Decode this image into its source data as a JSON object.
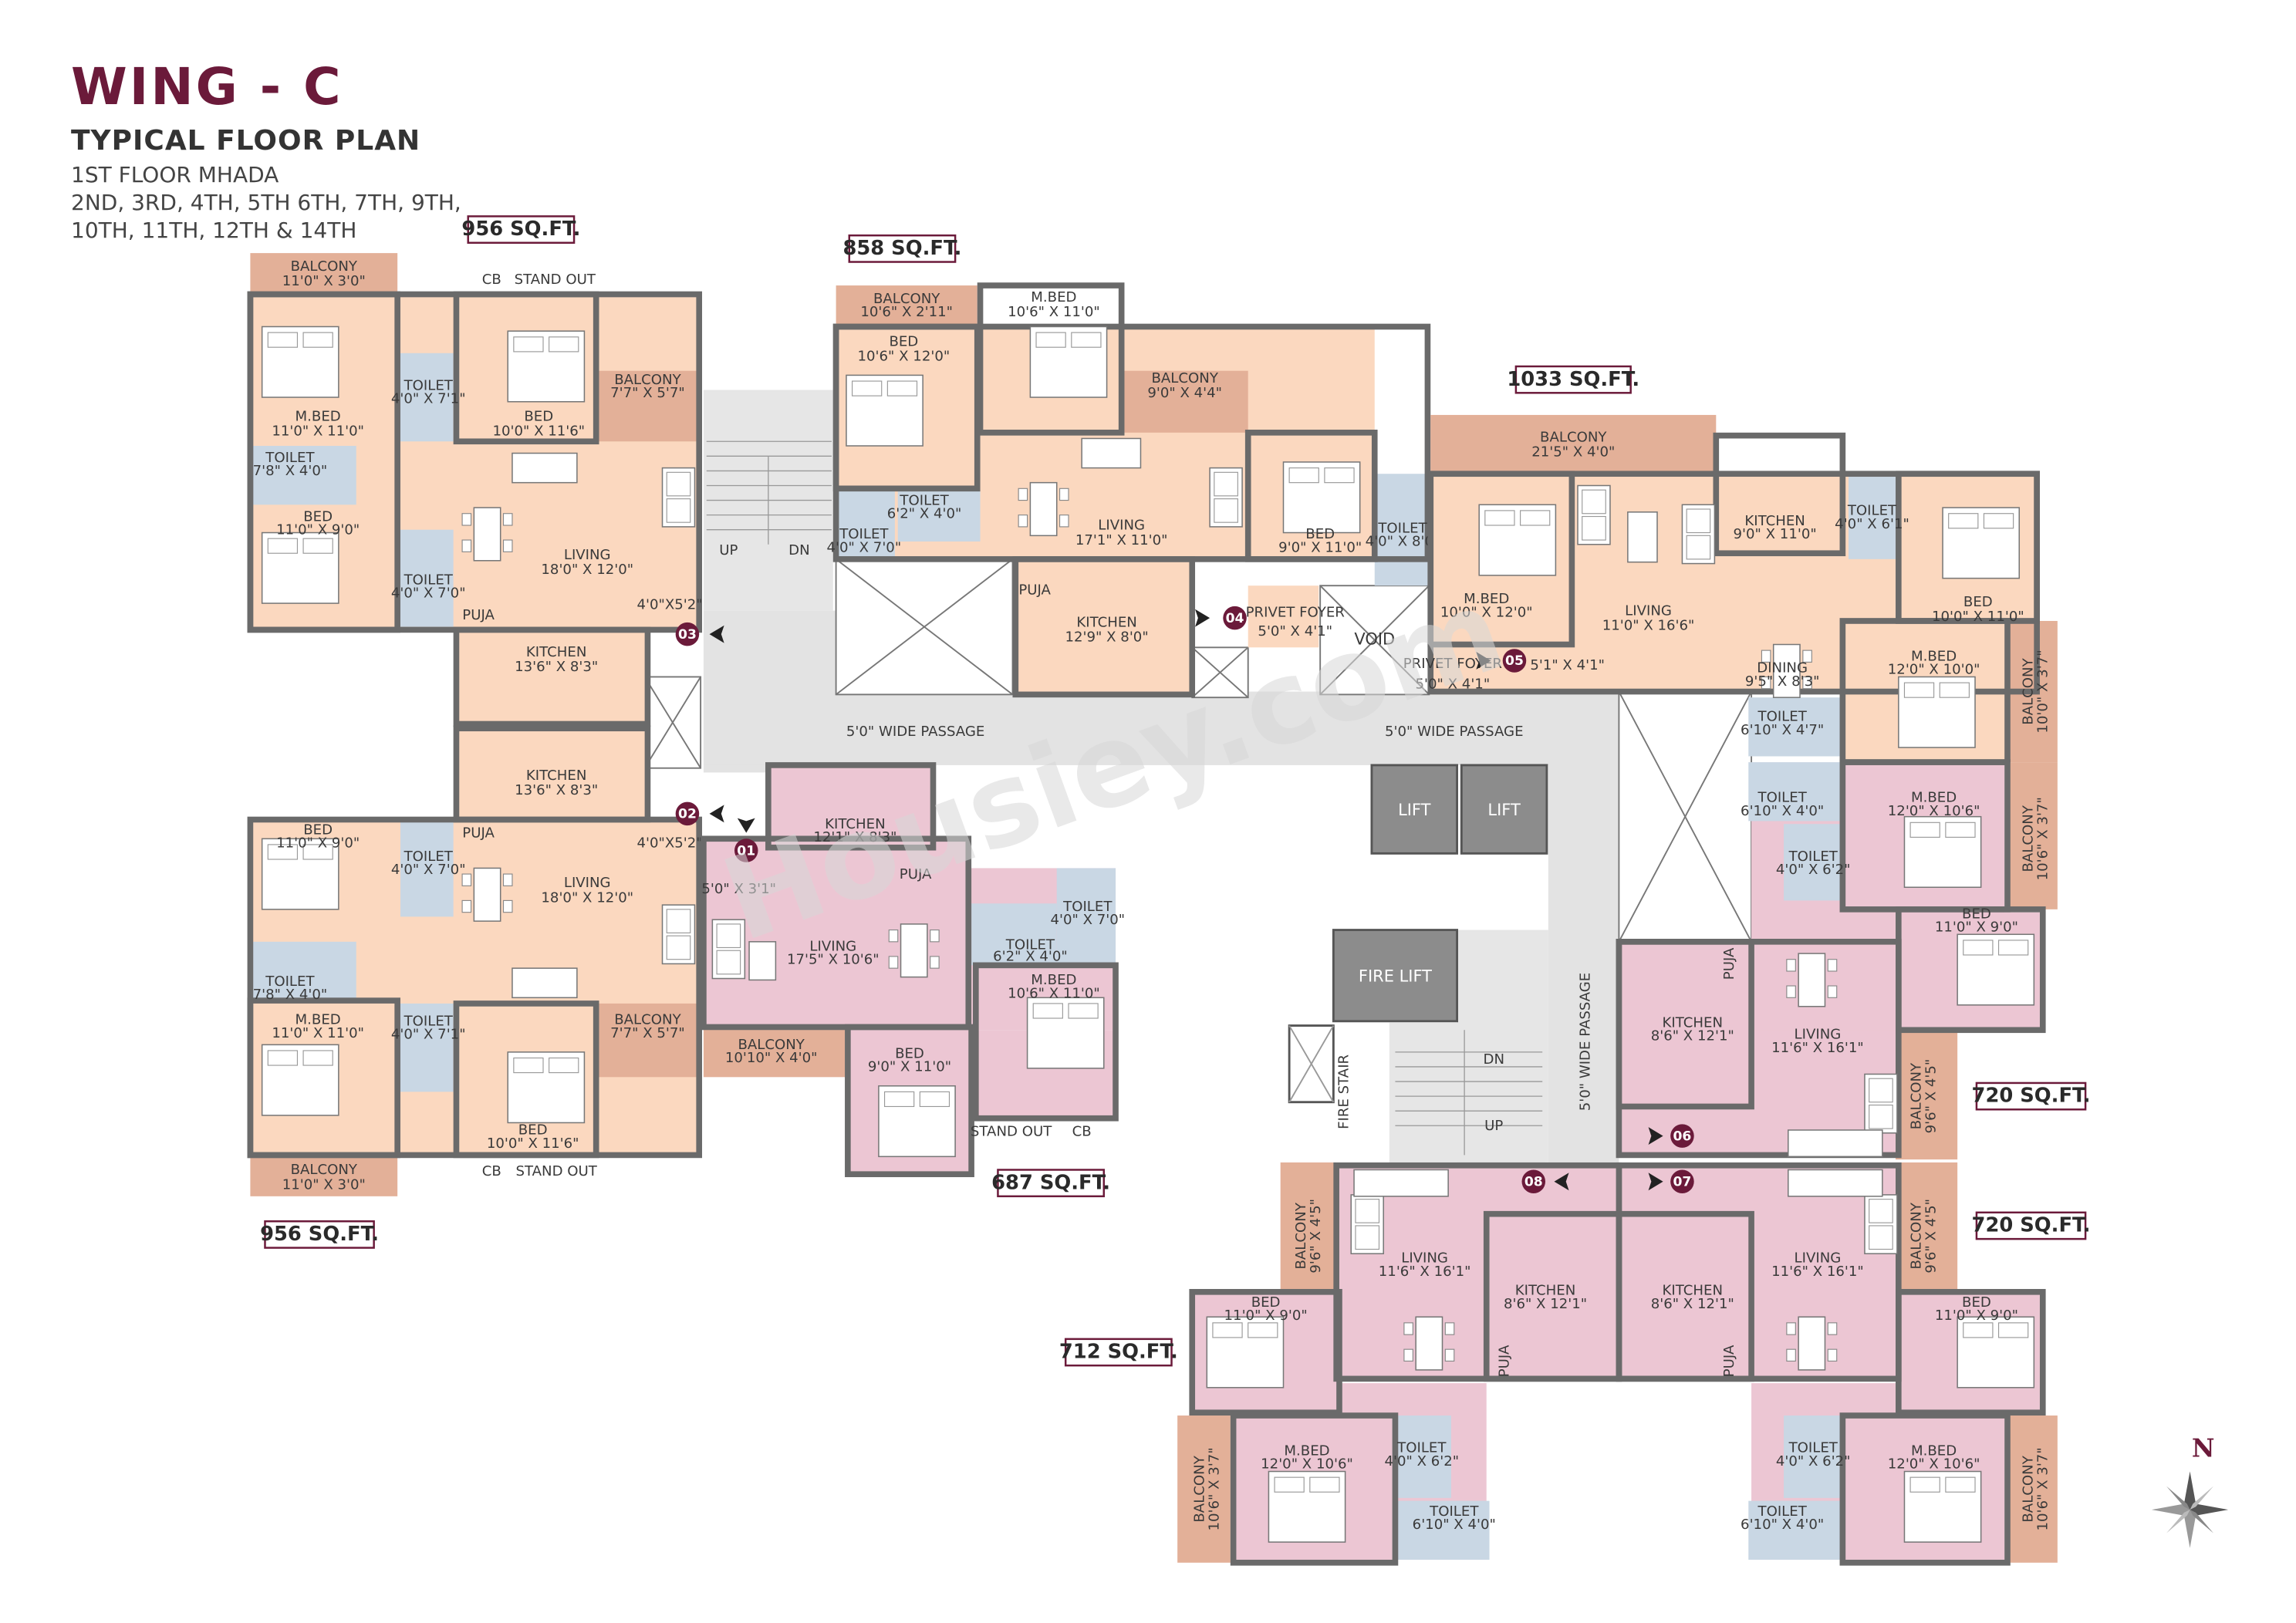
{
  "header": {
    "wing_title": "WING - C",
    "plan_title": "TYPICAL FLOOR PLAN",
    "floors_line1": "1ST FLOOR MHADA",
    "floors_line2": "2ND, 3RD, 4TH, 5TH 6TH, 7TH, 9TH,",
    "floors_line3": "10TH, 11TH, 12TH & 14TH"
  },
  "area_tags": {
    "flat03": "956 SQ.FT.",
    "flat02": "956 SQ.FT.",
    "flat04": "858 SQ.FT.",
    "flat05": "1033 SQ.FT.",
    "flat01": "687 SQ.FT.",
    "flat06": "720 SQ.FT.",
    "flat07": "720 SQ.FT.",
    "flat08": "712 SQ.FT."
  },
  "unit_numbers": [
    "01",
    "02",
    "03",
    "04",
    "05",
    "06",
    "07",
    "08"
  ],
  "common": {
    "passage_left": "5'0\" WIDE PASSAGE",
    "passage_right": "5'0\" WIDE PASSAGE",
    "passage_vertical": "5'0\" WIDE PASSAGE",
    "lift1": "LIFT",
    "lift2": "LIFT",
    "fire_lift": "FIRE LIFT",
    "fire_stair": "FIRE STAIR",
    "void": "VOID",
    "stair_up": "UP",
    "stair_dn": "DN"
  },
  "flat03": {
    "balcony_top": "BALCONY",
    "balcony_top_dim": "11'0\" X 3'0\"",
    "cb": "CB",
    "standout": "STAND OUT",
    "mbed": "M.BED",
    "mbed_dim": "11'0\" X 11'0\"",
    "bed1": "BED",
    "bed1_dim": "10'0\" X 11'6\"",
    "toilet1": "TOILET",
    "toilet1_dim": "4'0\" X 7'1\"",
    "balcony2": "BALCONY",
    "balcony2_dim": "7'7\" X 5'7\"",
    "toilet2": "TOILET",
    "toilet2_dim": "7'8\" X 4'0\"",
    "bed2": "BED",
    "bed2_dim": "11'0\" X 9'0\"",
    "toilet3": "TOILET",
    "toilet3_dim": "4'0\" X 7'0\"",
    "living": "LIVING",
    "living_dim": "18'0\" X 12'0\"",
    "puja": "PUJA",
    "kitchen": "KITCHEN",
    "kitchen_dim": "13'6\" X 8'3\"",
    "foyer_dim": "4'0\"X5'2\""
  },
  "flat02": {
    "kitchen": "KITCHEN",
    "kitchen_dim": "13'6\" X 8'3\"",
    "puja": "PUJA",
    "foyer_dim": "4'0\"X5'2\"",
    "bed2": "BED",
    "bed2_dim": "11'0\" X 9'0\"",
    "toilet3": "TOILET",
    "toilet3_dim": "4'0\" X 7'0\"",
    "living": "LIVING",
    "living_dim": "18'0\" X 12'0\"",
    "toilet2": "TOILET",
    "toilet2_dim": "7'8\" X 4'0\"",
    "mbed": "M.BED",
    "mbed_dim": "11'0\" X 11'0\"",
    "toilet1": "TOILET",
    "toilet1_dim": "4'0\" X 7'1\"",
    "bed1": "BED",
    "bed1_dim": "10'0\" X 11'6\"",
    "balcony2": "BALCONY",
    "balcony2_dim": "7'7\" X 5'7\"",
    "balcony_bottom": "BALCONY",
    "balcony_bottom_dim": "11'0\" X 3'0\"",
    "cb": "CB",
    "standout": "STAND OUT"
  },
  "flat04": {
    "balcony1": "BALCONY",
    "balcony1_dim": "10'6\" X 2'11\"",
    "mbed": "M.BED",
    "mbed_dim": "10'6\" X 11'0\"",
    "bed1": "BED",
    "bed1_dim": "10'6\" X 12'0\"",
    "balcony2": "BALCONY",
    "balcony2_dim": "9'0\" X 4'4\"",
    "toilet1": "TOILET",
    "toilet1_dim": "6'2\" X 4'0\"",
    "toilet2": "TOILET",
    "toilet2_dim": "4'0\" X 7'0\"",
    "living": "LIVING",
    "living_dim": "17'1\" X 11'0\"",
    "bed2": "BED",
    "bed2_dim": "9'0\" X 11'0\"",
    "toilet3": "TOILET",
    "toilet3_dim": "4'0\" X 8'0\"",
    "puja": "PUJA",
    "kitchen": "KITCHEN",
    "kitchen_dim": "12'9\" X 8'0\"",
    "foyer": "PRIVET FOYER",
    "foyer_dim": "5'0\" X 4'1\""
  },
  "flat05": {
    "balcony": "BALCONY",
    "balcony_dim": "21'5\" X 4'0\"",
    "kitchen": "KITCHEN",
    "kitchen_dim": "9'0\" X 11'0\"",
    "toilet1": "TOILET",
    "toilet1_dim": "4'0\" X 6'1\"",
    "mbed": "M.BED",
    "mbed_dim": "10'0\" X 12'0\"",
    "living": "LIVING",
    "living_dim": "11'0\" X 16'6\"",
    "bed1": "BED",
    "bed1_dim": "10'0\" X 11'0\"",
    "foyer": "PRIVET FOYER",
    "foyer_dim": "5'0\" X 4'1\"",
    "foyer2_dim": "5'1\" X 4'1\"",
    "dining": "DINING",
    "dining_dim": "9'5\" X 8'3\"",
    "mbed2": "M.BED",
    "mbed2_dim": "12'0\" X 10'0\"",
    "balcony2": "BALCONY",
    "balcony2_dim": "10'0\" X 3'7\"",
    "toilet2": "TOILET",
    "toilet2_dim": "6'10\" X 4'7\""
  },
  "flat01": {
    "kitchen": "KITCHEN",
    "kitchen_dim": "12'1\" X 8'3\"",
    "foyer_dim": "5'0\" X 3'1\"",
    "puja": "PUJA",
    "living": "LIVING",
    "living_dim": "17'5\" X 10'6\"",
    "toilet1": "TOILET",
    "toilet1_dim": "6'2\" X 4'0\"",
    "toilet2": "TOILET",
    "toilet2_dim": "4'0\" X 7'0\"",
    "mbed": "M.BED",
    "mbed_dim": "10'6\" X 11'0\"",
    "balcony": "BALCONY",
    "balcony_dim": "10'10\" X 4'0\"",
    "bed": "BED",
    "bed_dim": "9'0\" X 11'0\"",
    "standout": "STAND OUT",
    "cb": "CB"
  },
  "flat06": {
    "toilet1": "TOILET",
    "toilet1_dim": "6'10\" X 4'0\"",
    "mbed": "M.BED",
    "mbed_dim": "12'0\" X 10'6\"",
    "balcony1": "BALCONY",
    "balcony1_dim": "10'6\" X 3'7\"",
    "toilet2": "TOILET",
    "toilet2_dim": "4'0\" X 6'2\"",
    "bed": "BED",
    "bed_dim": "11'0\" X 9'0\"",
    "puja": "PUJA",
    "kitchen": "KITCHEN",
    "kitchen_dim": "8'6\" X 12'1\"",
    "living": "LIVING",
    "living_dim": "11'6\" X 16'1\"",
    "balcony2": "BALCONY",
    "balcony2_dim": "9'6\" X 4'5\""
  },
  "flat07": {
    "balcony2": "BALCONY",
    "balcony2_dim": "9'6\" X 4'5\"",
    "living": "LIVING",
    "living_dim": "11'6\" X 16'1\"",
    "kitchen": "KITCHEN",
    "kitchen_dim": "8'6\" X 12'1\"",
    "bed": "BED",
    "bed_dim": "11'0\" X 9'0\"",
    "puja": "PUJA",
    "toilet2": "TOILET",
    "toilet2_dim": "4'0\" X 6'2\"",
    "mbed": "M.BED",
    "mbed_dim": "12'0\" X 10'6\"",
    "toilet1": "TOILET",
    "toilet1_dim": "6'10\" X 4'0\"",
    "balcony1": "BALCONY",
    "balcony1_dim": "10'6\" X 3'7\""
  },
  "flat08": {
    "balcony2": "BALCONY",
    "balcony2_dim": "9'6\" X 4'5\"",
    "living": "LIVING",
    "living_dim": "11'6\" X 16'1\"",
    "kitchen": "KITCHEN",
    "kitchen_dim": "8'6\" X 12'1\"",
    "bed": "BED",
    "bed_dim": "11'0\" X 9'0\"",
    "puja": "PUJA",
    "toilet2": "TOILET",
    "toilet2_dim": "4'0\" X 6'2\"",
    "mbed": "M.BED",
    "mbed_dim": "12'0\" X 10'6\"",
    "toilet1": "TOILET",
    "toilet1_dim": "6'10\" X 4'0\"",
    "balcony1": "BALCONY",
    "balcony1_dim": "10'6\" X 3'7\""
  },
  "compass": {
    "north": "N"
  },
  "watermark": "Housiey.com",
  "colors": {
    "peach_room": "#fbd8bf",
    "pink_room": "#ecc6d3",
    "balcony": "#e3b098",
    "toilet": "#c9d7e4",
    "passage": "#e3e3e3",
    "lift": "#8c8c8c",
    "wall": "#6a6a6a",
    "accent": "#6b1a3a"
  }
}
